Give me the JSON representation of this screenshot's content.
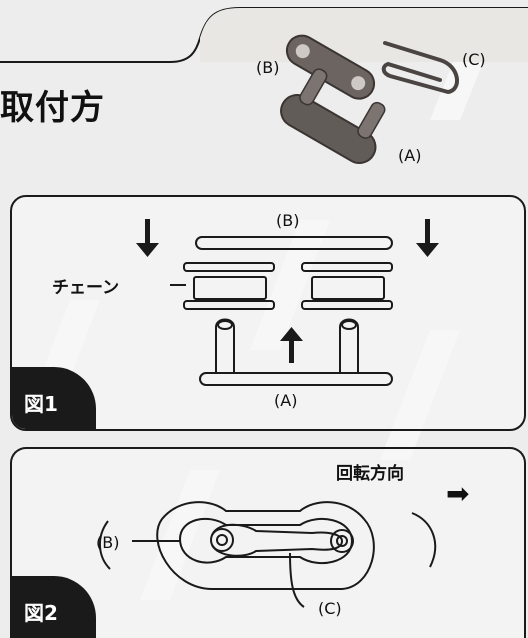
{
  "header": {
    "title": "取付方",
    "photo_labels": {
      "b": "(B)",
      "c": "(C)",
      "a": "(A)"
    }
  },
  "figure1": {
    "badge": "図1",
    "label_b": "(B)",
    "label_a": "(A)",
    "chain_label": "チェーン"
  },
  "figure2": {
    "badge": "図2",
    "direction_label": "回転方向",
    "direction_arrow": "➡",
    "label_b": "(B)",
    "label_c": "(C)"
  }
}
